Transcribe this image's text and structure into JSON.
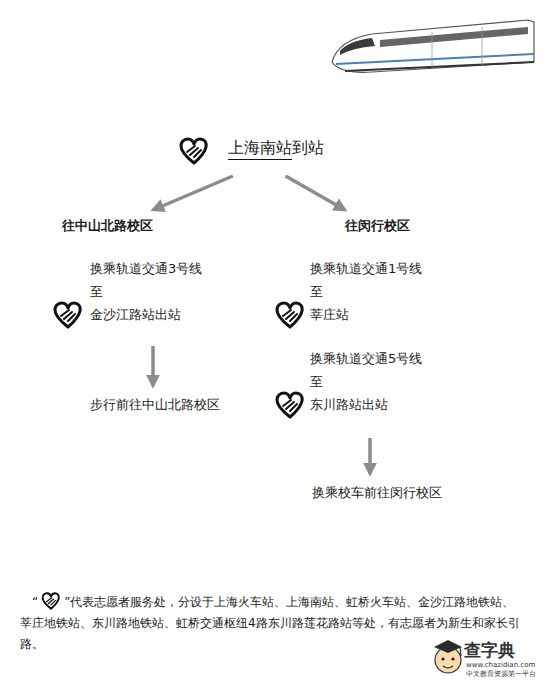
{
  "diagram": {
    "nodes": [
      {
        "text": [
          "上海南站到站"
        ]
      },
      {
        "text": [
          "往中山北路校区"
        ]
      },
      {
        "text": [
          "往闵行校区"
        ]
      },
      {
        "text": [
          "换乘轨道交通3号线 至 金沙江路站出站"
        ]
      },
      {
        "text": [
          "换乘轨道交通1号线 至 莘庄站"
        ]
      },
      {
        "text": [
          "换乘轨道交通5号线 至 东川路站出站"
        ]
      },
      {
        "text": [
          "步行前往中山北路校区"
        ]
      },
      {
        "text": [
          "换乘校车前往闵行校区"
        ]
      }
    ],
    "edges": [
      {
        "from": 0,
        "to": 1,
        "arrow": "to"
      },
      {
        "from": 0,
        "to": 2,
        "arrow": "to"
      },
      {
        "from": 3,
        "to": 6,
        "arrow": "to"
      },
      {
        "from": 5,
        "to": 7,
        "arrow": "to"
      }
    ],
    "labels": [
      "“",
      "”代表志愿者服务处，分设于上海火车站、上海南站、虹桥火车站、金沙江路地铁站、莘庄地铁站、东川路地铁站、虹桥交通枢纽4路东川路莲花路站等处，有志愿者为新生和家长引路。",
      "查字典",
      "www.chazidian.com",
      "中文教育资源第一平台"
    ]
  }
}
